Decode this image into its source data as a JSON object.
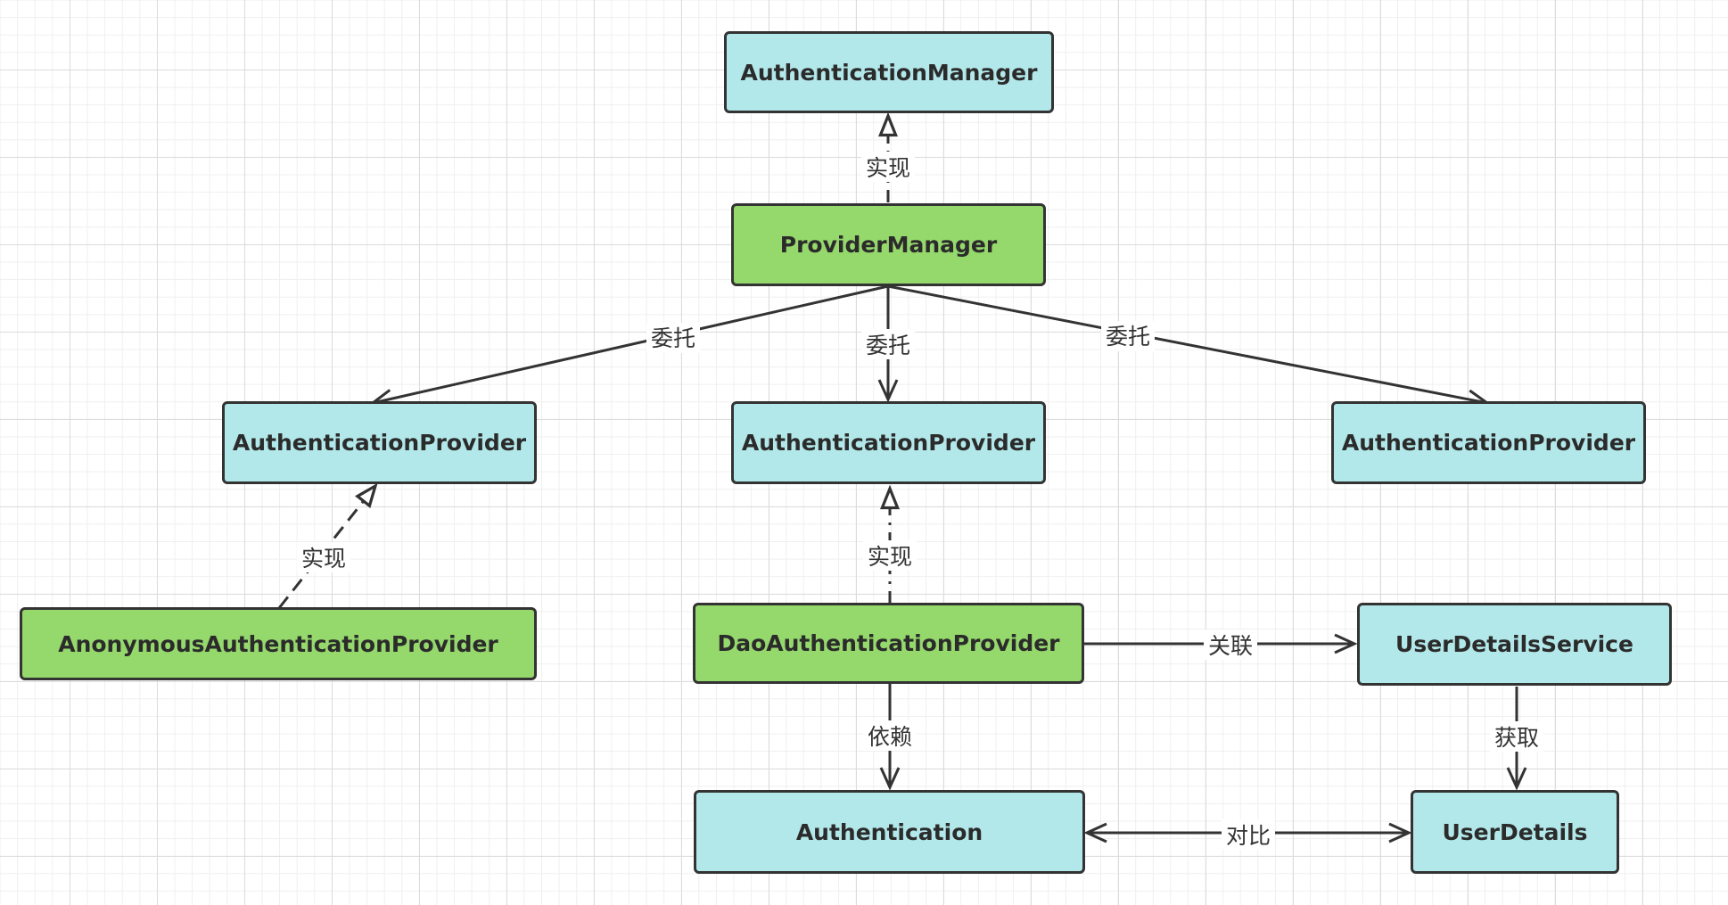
{
  "colors": {
    "interface_fill": "#b3e8ea",
    "implementation_fill": "#95d86c",
    "stroke": "#333333"
  },
  "nodes": {
    "authentication_manager": "AuthenticationManager",
    "provider_manager": "ProviderManager",
    "authentication_provider_left": "AuthenticationProvider",
    "authentication_provider_center": "AuthenticationProvider",
    "authentication_provider_right": "AuthenticationProvider",
    "anonymous_authentication_provider": "AnonymousAuthenticationProvider",
    "dao_authentication_provider": "DaoAuthenticationProvider",
    "user_details_service": "UserDetailsService",
    "authentication": "Authentication",
    "user_details": "UserDetails"
  },
  "edges": {
    "provider_manager_implements": "实现",
    "delegate_left": "委托",
    "delegate_center": "委托",
    "delegate_right": "委托",
    "anonymous_implements": "实现",
    "dao_implements": "实现",
    "associate": "关联",
    "depends": "依赖",
    "obtain": "获取",
    "compare": "对比"
  }
}
